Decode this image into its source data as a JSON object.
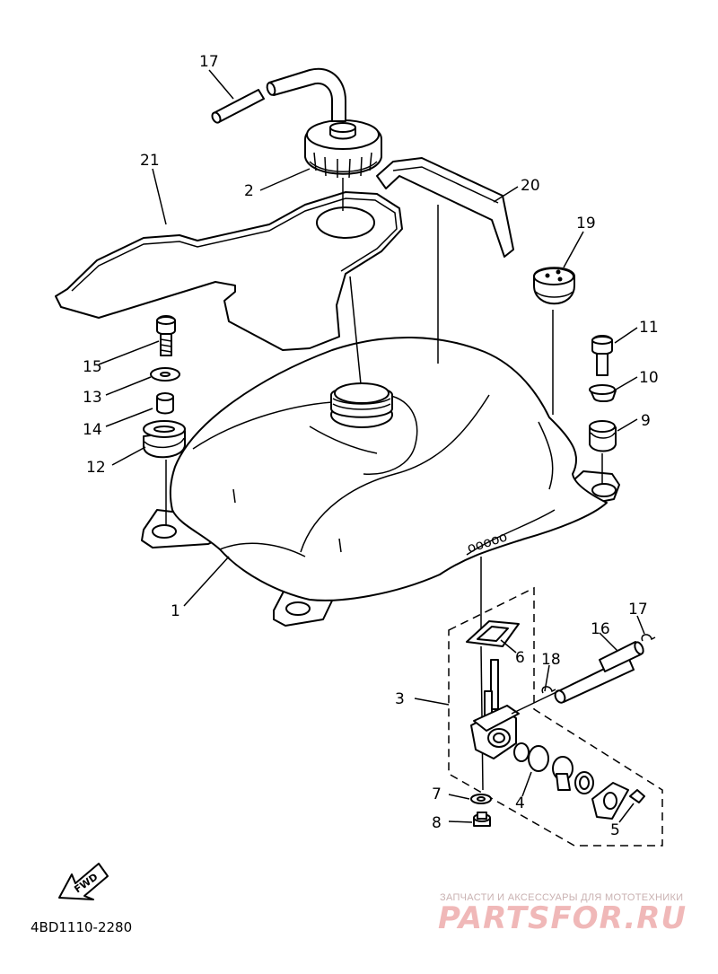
{
  "diagram": {
    "drawing_code": "4BD1110-2280",
    "direction_label": "FWD",
    "callouts": [
      {
        "id": "p1",
        "text": "1"
      },
      {
        "id": "p2",
        "text": "2"
      },
      {
        "id": "p3",
        "text": "3"
      },
      {
        "id": "p4",
        "text": "4"
      },
      {
        "id": "p5",
        "text": "5"
      },
      {
        "id": "p6",
        "text": "6"
      },
      {
        "id": "p7",
        "text": "7"
      },
      {
        "id": "p8",
        "text": "8"
      },
      {
        "id": "p9",
        "text": "9"
      },
      {
        "id": "p10",
        "text": "10"
      },
      {
        "id": "p11",
        "text": "11"
      },
      {
        "id": "p12",
        "text": "12"
      },
      {
        "id": "p13",
        "text": "13"
      },
      {
        "id": "p14",
        "text": "14"
      },
      {
        "id": "p15",
        "text": "15"
      },
      {
        "id": "p16",
        "text": "16"
      },
      {
        "id": "p17a",
        "text": "17"
      },
      {
        "id": "p17b",
        "text": "17"
      },
      {
        "id": "p18",
        "text": "18"
      },
      {
        "id": "p19",
        "text": "19"
      },
      {
        "id": "p20",
        "text": "20"
      },
      {
        "id": "p21",
        "text": "21"
      }
    ]
  },
  "watermark": {
    "tagline": "ЗАПЧАСТИ И АКСЕССУАРЫ ДЛЯ МОТОТЕХНИКИ",
    "brand": "PARTSFOR.RU",
    "color": "#f0b8b8"
  }
}
